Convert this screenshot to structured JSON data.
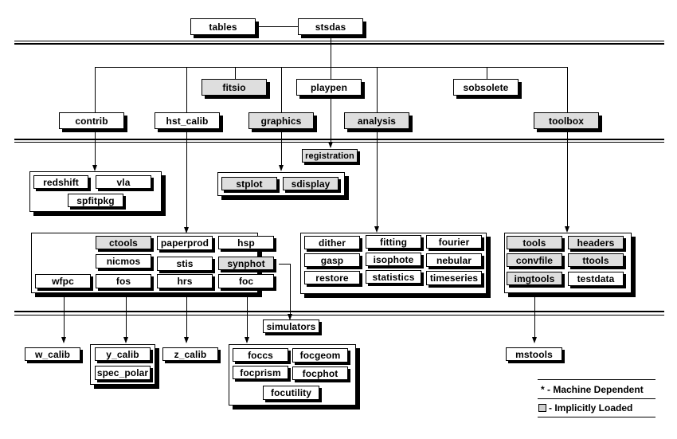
{
  "diagram": {
    "root": {
      "label": "stsdas",
      "implicitly_loaded": false
    },
    "sibling": {
      "label": "tables",
      "implicitly_loaded": false
    },
    "packages": {
      "fitsio": {
        "label": "fitsio",
        "implicitly_loaded": true
      },
      "playpen": {
        "label": "playpen",
        "implicitly_loaded": false
      },
      "sobsolete": {
        "label": "sobsolete",
        "implicitly_loaded": false
      },
      "contrib": {
        "label": "contrib",
        "implicitly_loaded": false
      },
      "hst_calib": {
        "label": "hst_calib",
        "implicitly_loaded": false
      },
      "graphics": {
        "label": "graphics",
        "implicitly_loaded": true
      },
      "analysis": {
        "label": "analysis",
        "implicitly_loaded": true
      },
      "toolbox": {
        "label": "toolbox",
        "implicitly_loaded": true
      }
    },
    "playpen_children": [
      {
        "label": "registration",
        "implicitly_loaded": true
      }
    ],
    "contrib_children": [
      {
        "label": "redshift",
        "implicitly_loaded": false
      },
      {
        "label": "vla",
        "implicitly_loaded": false
      },
      {
        "label": "spfitpkg",
        "implicitly_loaded": false
      }
    ],
    "graphics_children": [
      {
        "label": "stplot",
        "implicitly_loaded": true
      },
      {
        "label": "sdisplay",
        "implicitly_loaded": true
      }
    ],
    "hst_calib_children": [
      {
        "label": "ctools",
        "implicitly_loaded": true
      },
      {
        "label": "paperprod",
        "implicitly_loaded": false
      },
      {
        "label": "hsp",
        "implicitly_loaded": false
      },
      {
        "label": "nicmos",
        "implicitly_loaded": false
      },
      {
        "label": "stis",
        "implicitly_loaded": false
      },
      {
        "label": "synphot",
        "implicitly_loaded": true
      },
      {
        "label": "wfpc",
        "implicitly_loaded": false
      },
      {
        "label": "fos",
        "implicitly_loaded": false
      },
      {
        "label": "hrs",
        "implicitly_loaded": false
      },
      {
        "label": "foc",
        "implicitly_loaded": false
      }
    ],
    "analysis_children": [
      {
        "label": "dither",
        "implicitly_loaded": false
      },
      {
        "label": "fitting",
        "implicitly_loaded": false
      },
      {
        "label": "fourier",
        "implicitly_loaded": false
      },
      {
        "label": "gasp",
        "implicitly_loaded": false
      },
      {
        "label": "isophote",
        "implicitly_loaded": false
      },
      {
        "label": "nebular",
        "implicitly_loaded": false
      },
      {
        "label": "restore",
        "implicitly_loaded": false
      },
      {
        "label": "statistics",
        "implicitly_loaded": false
      },
      {
        "label": "timeseries",
        "implicitly_loaded": false
      }
    ],
    "toolbox_children": [
      {
        "label": "tools",
        "implicitly_loaded": true
      },
      {
        "label": "headers",
        "implicitly_loaded": true
      },
      {
        "label": "convfile",
        "implicitly_loaded": true
      },
      {
        "label": "ttools",
        "implicitly_loaded": true
      },
      {
        "label": "imgtools",
        "implicitly_loaded": true
      },
      {
        "label": "testdata",
        "implicitly_loaded": false
      }
    ],
    "wfpc_children": [
      {
        "label": "w_calib",
        "implicitly_loaded": false
      }
    ],
    "fos_children": [
      {
        "label": "y_calib",
        "implicitly_loaded": false
      },
      {
        "label": "spec_polar",
        "implicitly_loaded": false
      }
    ],
    "hrs_children": [
      {
        "label": "z_calib",
        "implicitly_loaded": false
      }
    ],
    "synphot_children": [
      {
        "label": "simulators",
        "implicitly_loaded": false
      }
    ],
    "foc_children": [
      {
        "label": "foccs",
        "implicitly_loaded": false
      },
      {
        "label": "focgeom",
        "implicitly_loaded": false
      },
      {
        "label": "focprism",
        "implicitly_loaded": false
      },
      {
        "label": "focphot",
        "implicitly_loaded": false
      },
      {
        "label": "focutility",
        "implicitly_loaded": false
      }
    ],
    "imgtools_children": [
      {
        "label": "mstools",
        "implicitly_loaded": false
      }
    ]
  },
  "legend": {
    "machine_dependent": "* - Machine Dependent",
    "implicitly_loaded": "- Implicitly Loaded"
  }
}
